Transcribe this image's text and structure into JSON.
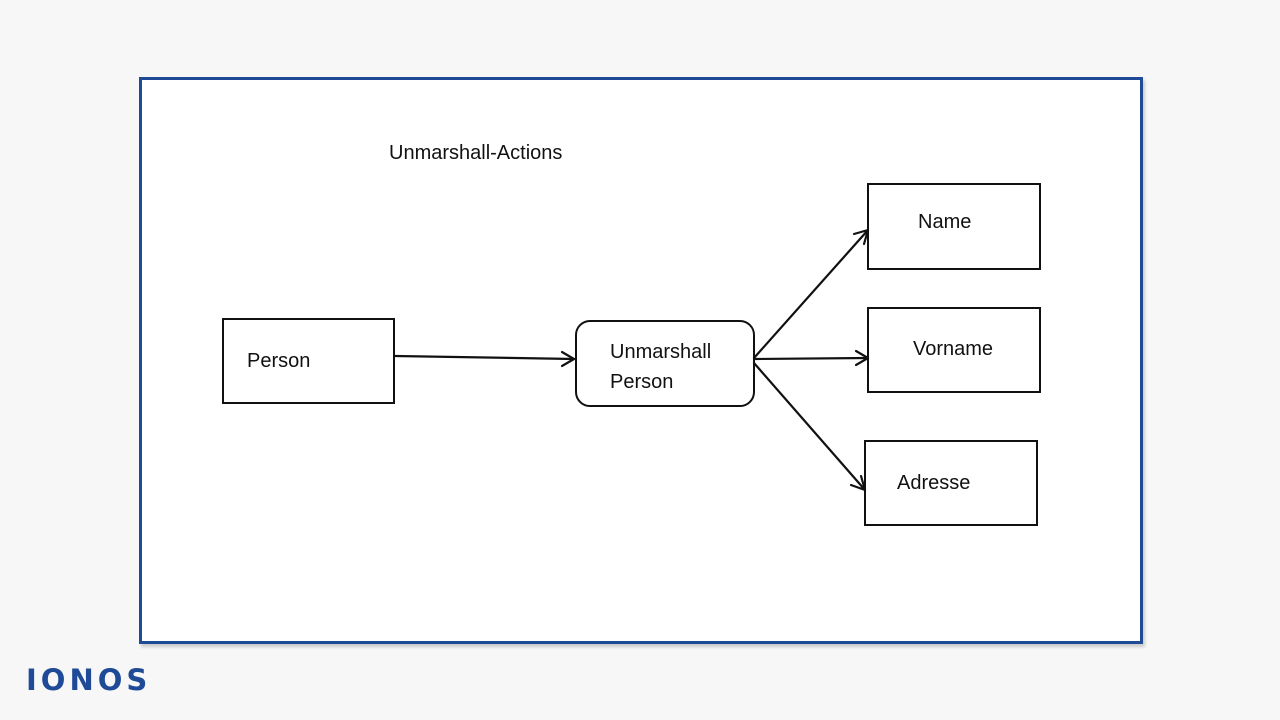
{
  "diagram": {
    "title": "Unmarshall-Actions",
    "nodes": {
      "person": "Person",
      "unmarshall_line1": "Unmarshall",
      "unmarshall_line2": "Person",
      "name": "Name",
      "vorname": "Vorname",
      "adresse": "Adresse"
    },
    "edges": [
      {
        "from": "Person",
        "to": "Unmarshall Person"
      },
      {
        "from": "Unmarshall Person",
        "to": "Name"
      },
      {
        "from": "Unmarshall Person",
        "to": "Vorname"
      },
      {
        "from": "Unmarshall Person",
        "to": "Adresse"
      }
    ]
  },
  "brand": {
    "logo_text": "IONOS",
    "color": "#1f4a96"
  }
}
